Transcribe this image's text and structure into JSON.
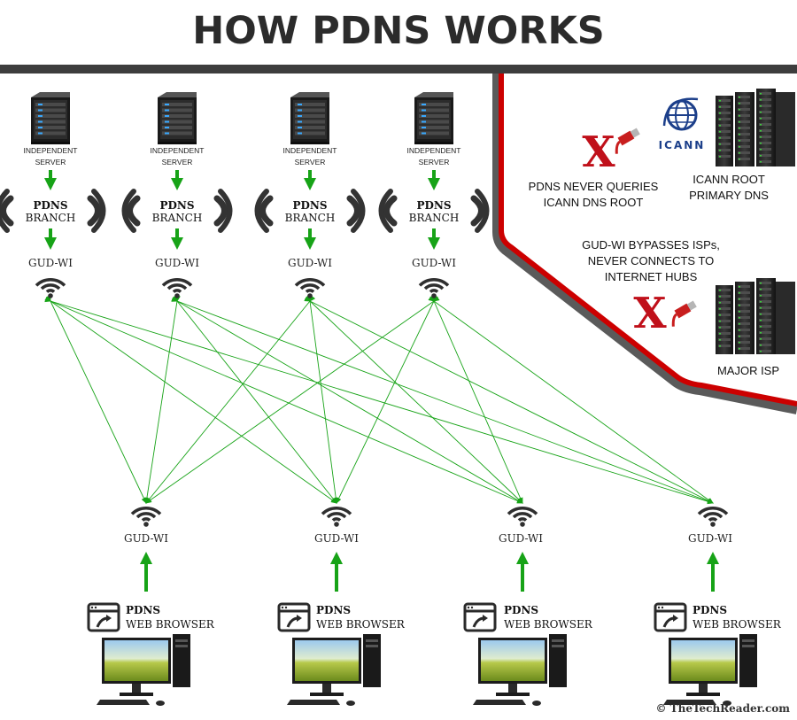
{
  "title": "HOW PDNS WORKS",
  "servers": [
    {
      "label": "INDEPENDENT SERVER"
    },
    {
      "label": "INDEPENDENT SERVER"
    },
    {
      "label": "INDEPENDENT SERVER"
    },
    {
      "label": "INDEPENDENT SERVER"
    }
  ],
  "branch": {
    "line1": "PDNS",
    "line2": "BRANCH"
  },
  "gudwi_label": "GUD-WI",
  "browser": {
    "line1": "PDNS",
    "line2": "WEB BROWSER"
  },
  "icann_logo_text": "ICANN",
  "side": {
    "never_queries": "PDNS NEVER QUERIES ICANN DNS ROOT",
    "icann_root": "ICANN ROOT PRIMARY DNS",
    "bypasses": "GUD-WI BYPASSES ISPs, NEVER CONNECTS TO INTERNET HUBS",
    "major_isp": "MAJOR ISP",
    "x_mark": "X"
  },
  "copyright": "© TheTechReader.com",
  "colors": {
    "arrow": "#17a317",
    "barrier": "#cc0000",
    "title": "#2b2b2b",
    "x_mark": "#c0101a"
  }
}
